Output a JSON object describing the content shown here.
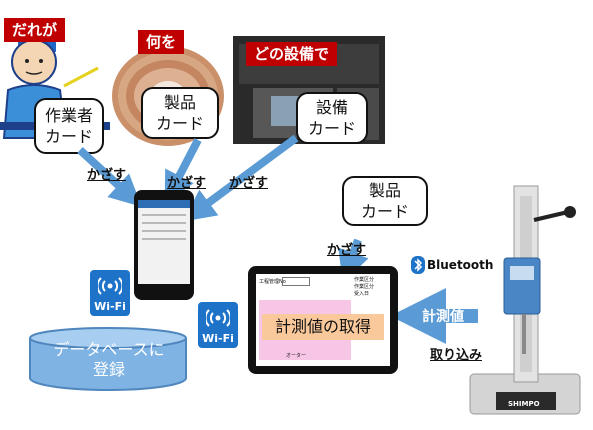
{
  "tags": {
    "who": "だれが",
    "what": "何を",
    "where": "どの設備で"
  },
  "cards": {
    "worker": [
      "作業者",
      "カード"
    ],
    "product": [
      "製品",
      "カード"
    ],
    "equipment": [
      "設備",
      "カード"
    ],
    "product2": [
      "製品",
      "カード"
    ]
  },
  "kazasu_label": "かざす",
  "wifi_label": "Wi-Fi",
  "database": [
    "データベースに",
    "登録"
  ],
  "bluetooth_label": "Bluetooth",
  "tablet": {
    "field_label": "工程管理No",
    "side_lines": [
      "作業区分",
      "作業区分",
      "受入日"
    ],
    "overlay": "計測値の取得",
    "row_text": "オーター"
  },
  "measure_label": "計測値",
  "import_label": "取り込み",
  "stand_brand": "SHIMPO"
}
